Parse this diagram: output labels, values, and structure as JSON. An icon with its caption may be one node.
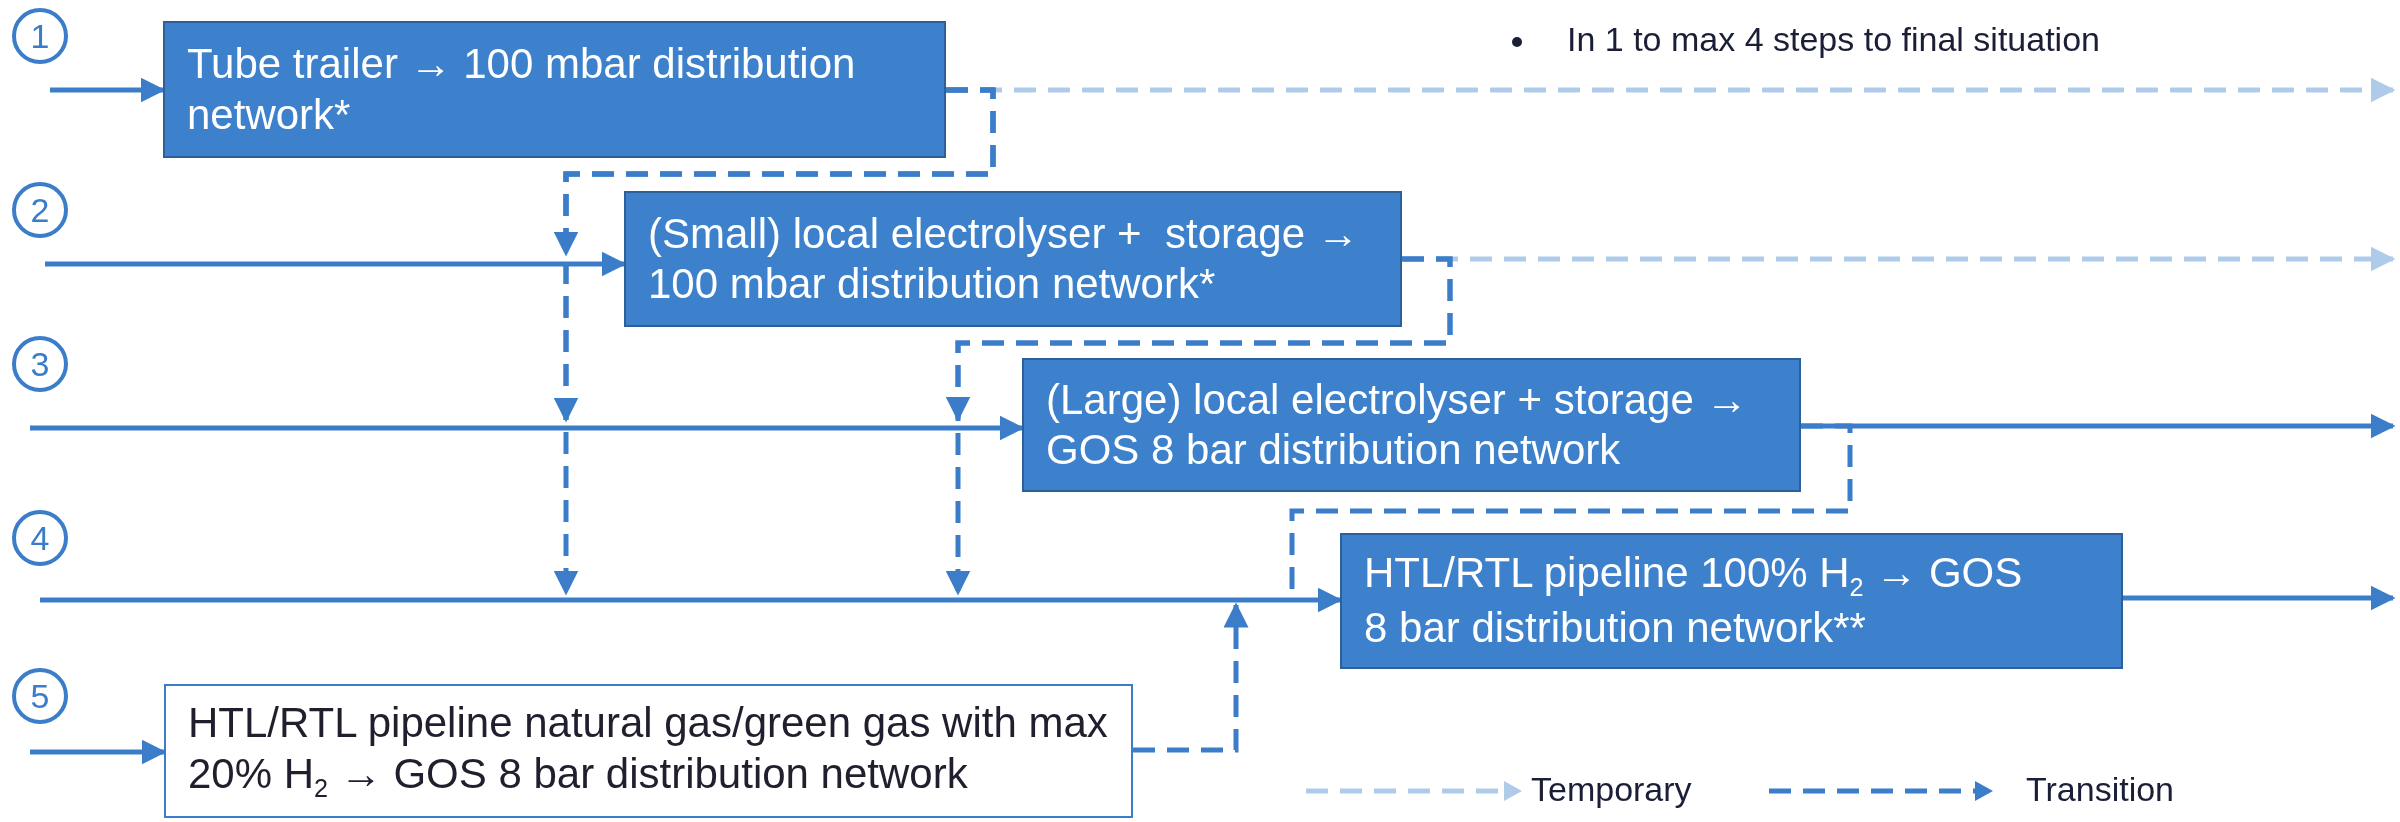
{
  "diagram": {
    "nodes": [
      {
        "text": [
          "1"
        ]
      },
      {
        "text": [
          "Tube trailer → 100 mbar distribution network*"
        ]
      },
      {
        "text": [
          "2"
        ]
      },
      {
        "text": [
          "(Small) local electrolyser +  storage → 100 mbar distribution network*"
        ]
      },
      {
        "text": [
          "3"
        ]
      },
      {
        "text": [
          "(Large) local electrolyser + storage → GOS 8 bar distribution network"
        ]
      },
      {
        "text": [
          "4"
        ]
      },
      {
        "text": [
          "HTL/RTL pipeline 100% H$_{2}$ → GOS 8 bar distribution network**"
        ]
      },
      {
        "text": [
          "5"
        ]
      },
      {
        "text": [
          "HTL/RTL pipeline natural gas/green gas with max 20% H$_{2}$ → GOS 8 bar distribution network"
        ]
      }
    ],
    "edges": [
      {
        "from": 0,
        "to": 1,
        "arrow": "to"
      },
      {
        "from": 1,
        "to": null,
        "arrow": "to",
        "style": "dashed",
        "color": "#afcbea"
      },
      {
        "from": 1,
        "to": 3,
        "arrow": "to",
        "style": "dashed"
      },
      {
        "from": 1,
        "to": null,
        "arrow": "to",
        "style": "dashed"
      },
      {
        "from": 1,
        "to": null,
        "arrow": "to",
        "style": "dashed"
      },
      {
        "from": 2,
        "to": 3,
        "arrow": "to"
      },
      {
        "from": 3,
        "to": null,
        "arrow": "to",
        "style": "dashed",
        "color": "#afcbea"
      },
      {
        "from": 3,
        "to": 5,
        "arrow": "to",
        "style": "dashed"
      },
      {
        "from": 3,
        "to": null,
        "arrow": "to",
        "style": "dashed"
      },
      {
        "from": 4,
        "to": 5,
        "arrow": "to"
      },
      {
        "from": 5,
        "to": null,
        "arrow": "to"
      },
      {
        "from": 5,
        "to": null,
        "arrow": "none",
        "style": "dashed"
      },
      {
        "from": 6,
        "to": 7,
        "arrow": "to"
      },
      {
        "from": 7,
        "to": null,
        "arrow": "to"
      },
      {
        "from": 8,
        "to": 9,
        "arrow": "to"
      },
      {
        "from": 9,
        "to": null,
        "arrow": "to",
        "style": "dashed"
      }
    ],
    "labels": [
      "In 1 to max 4 steps to final situation"
    ],
    "legend": [
      {
        "text": "Temporary"
      },
      {
        "text": "Transition"
      }
    ]
  }
}
